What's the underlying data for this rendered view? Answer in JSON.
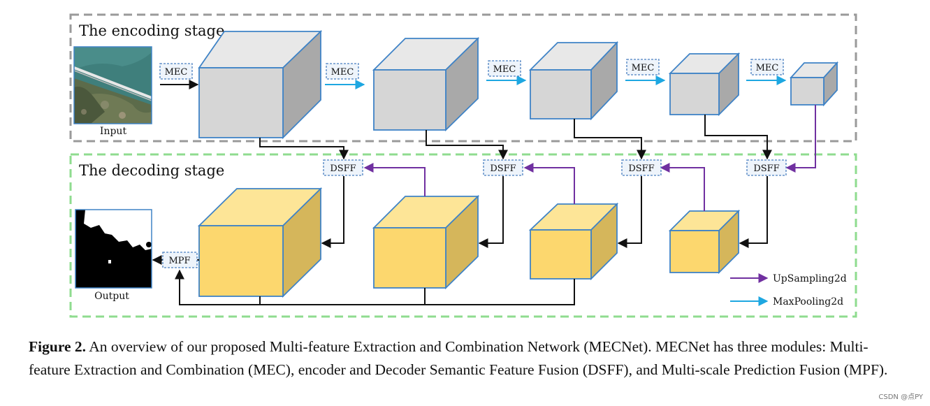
{
  "encoding_stage": {
    "title": "The encoding stage",
    "input_label": "Input"
  },
  "decoding_stage": {
    "title": "The decoding stage",
    "output_label": "Output"
  },
  "modules": {
    "mec": "MEC",
    "dsff": "DSFF",
    "mpf": "MPF"
  },
  "legend": {
    "upsampling": "UpSampling2d",
    "maxpooling": "MaxPooling2d"
  },
  "colors": {
    "encoder_front": "#d6d6d6",
    "encoder_top": "#e8e8e8",
    "encoder_side": "#a9a9a9",
    "decoder_front": "#fcd76e",
    "decoder_top": "#fde597",
    "decoder_side": "#d5b65b",
    "cube_edge": "#3f83c6",
    "upsampling_arrow": "#7030a0",
    "maxpooling_arrow": "#1ea7e1",
    "encoding_border": "#9a9a9a",
    "decoding_border": "#8fdc8f",
    "module_box_border": "#4a7fc0",
    "module_box_fill": "#eef4fb"
  },
  "caption": {
    "label": "Figure 2.",
    "text": "An overview of our proposed Multi-feature Extraction and Combination Network (MECNet). MECNet has three modules: Multi-feature Extraction and Combination (MEC), encoder and Decoder Semantic Feature Fusion (DSFF), and Multi-scale Prediction Fusion (MPF)."
  },
  "watermark": "CSDN @点PY"
}
